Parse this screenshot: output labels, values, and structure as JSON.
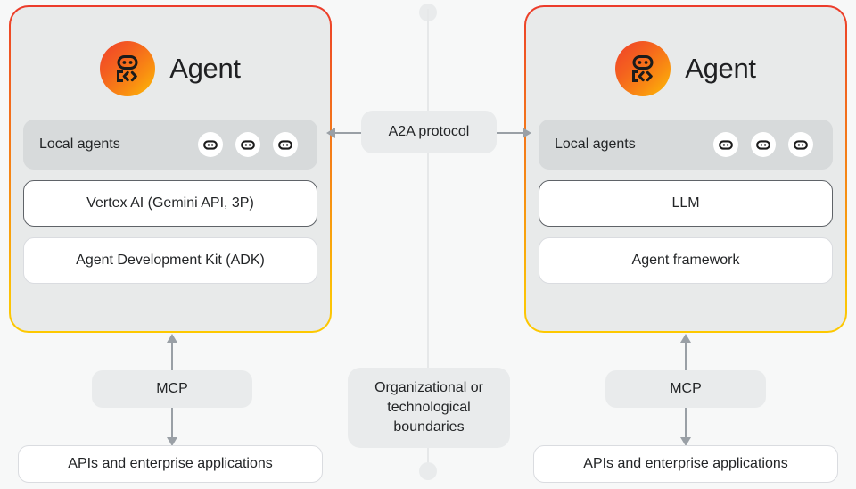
{
  "diagram": {
    "background_color": "#f7f8f8",
    "accent_gradient": [
      "#ec3b2b",
      "#f58615",
      "#fdc800"
    ],
    "arrow_color": "#9aa0a6"
  },
  "center": {
    "a2a_label": "A2A protocol",
    "boundaries_line1": "Organizational or",
    "boundaries_line2": "technological",
    "boundaries_line3": "boundaries"
  },
  "panels": [
    {
      "id": "left",
      "title": "Agent",
      "local_agents_label": "Local agents",
      "local_agents_count": 3,
      "rows": [
        {
          "label": "Vertex AI (Gemini API, 3P)",
          "emphasis": "strong"
        },
        {
          "label": "Agent Development Kit (ADK)",
          "emphasis": "soft"
        }
      ],
      "mcp_label": "MCP",
      "api_label": "APIs and enterprise applications"
    },
    {
      "id": "right",
      "title": "Agent",
      "local_agents_label": "Local agents",
      "local_agents_count": 3,
      "rows": [
        {
          "label": "LLM",
          "emphasis": "strong"
        },
        {
          "label": "Agent framework",
          "emphasis": "soft"
        }
      ],
      "mcp_label": "MCP",
      "api_label": "APIs and enterprise applications"
    }
  ]
}
